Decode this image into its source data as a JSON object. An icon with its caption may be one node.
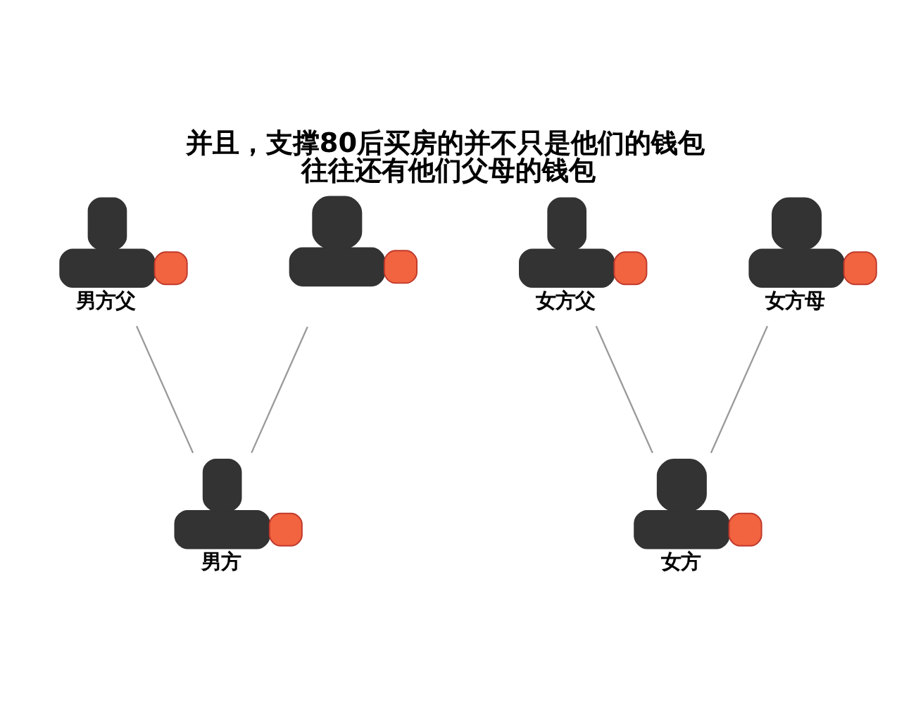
{
  "diagram": {
    "title": "并且，支撑80后买房的并不只是他们的钱包往往还有他们父母的钱包",
    "nodes": [
      {
        "text": [
          "男方父"
        ]
      },
      {
        "text": [],
        "shape": "person"
      },
      {
        "text": [
          "女方父"
        ]
      },
      {
        "text": [
          "女方母"
        ]
      },
      {
        "text": [
          "男方"
        ]
      },
      {
        "text": [
          "女方"
        ]
      }
    ],
    "edges": [
      {
        "from": 0,
        "to": 4,
        "arrow": "none"
      },
      {
        "from": 1,
        "to": 4,
        "arrow": "none"
      },
      {
        "from": 2,
        "to": 5,
        "arrow": "none"
      },
      {
        "from": 3,
        "to": 5,
        "arrow": "none"
      }
    ]
  }
}
